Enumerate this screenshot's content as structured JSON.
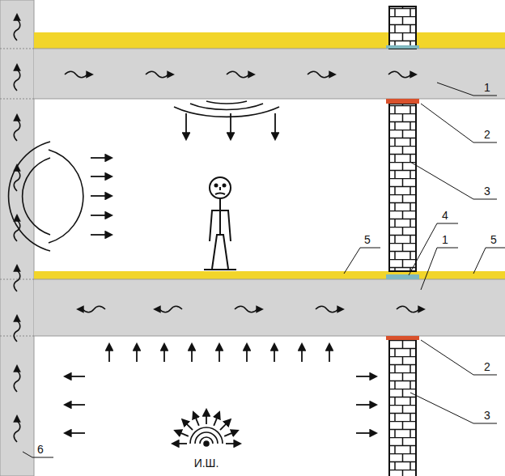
{
  "diagram": {
    "labels": [
      "1",
      "2",
      "3",
      "4",
      "5",
      "1",
      "5",
      "2",
      "3",
      "6",
      "И.Ш."
    ]
  }
}
